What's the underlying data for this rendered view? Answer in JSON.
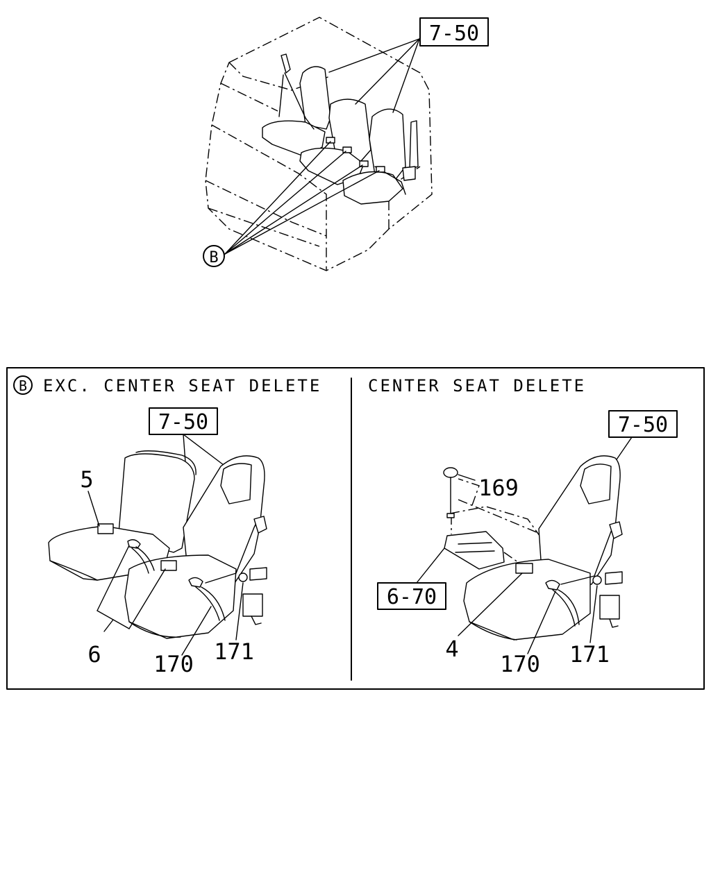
{
  "overview": {
    "ref_top": "7-50",
    "callout_b": "B"
  },
  "panel_left": {
    "callout": "B",
    "heading": "EXC. CENTER SEAT DELETE",
    "ref": "7-50",
    "labels": {
      "p5": "5",
      "p6": "6",
      "p170": "170",
      "p171": "171"
    }
  },
  "panel_right": {
    "heading": "CENTER SEAT DELETE",
    "ref_seat": "7-50",
    "ref_floor": "6-70",
    "labels": {
      "p169": "169",
      "p4": "4",
      "p170": "170",
      "p171": "171"
    }
  }
}
